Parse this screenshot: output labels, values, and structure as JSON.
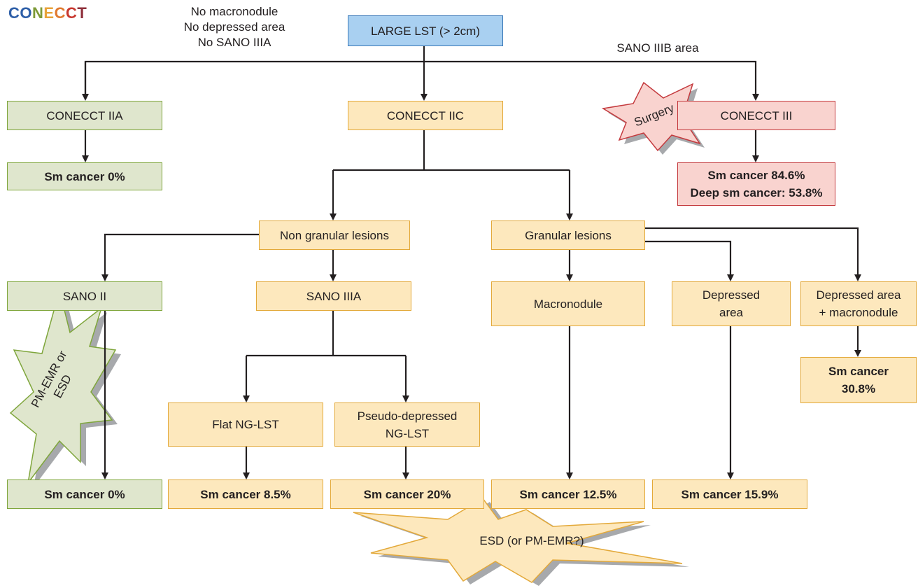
{
  "logo": {
    "letters": [
      {
        "ch": "C",
        "color": "#2e5fa8"
      },
      {
        "ch": "O",
        "color": "#2e5fa8"
      },
      {
        "ch": "N",
        "color": "#7d9a37"
      },
      {
        "ch": "E",
        "color": "#e8a33a"
      },
      {
        "ch": "C",
        "color": "#e07a2f"
      },
      {
        "ch": "C",
        "color": "#c8382f"
      },
      {
        "ch": "T",
        "color": "#8e2f3a"
      }
    ]
  },
  "annotations": {
    "left_criteria": "No macronodule\nNo depressed area\nNo SANO IIIA",
    "right_criteria": "SANO IIIB area"
  },
  "nodes": {
    "root": "LARGE LST (> 2cm)",
    "conecct_iia": "CONECCT IIA",
    "conecct_iic": "CONECCT IIC",
    "conecct_iii": "CONECCT III",
    "sm_cancer_iia": "Sm cancer 0%",
    "sm_cancer_iii": "Sm cancer 84.6%\nDeep sm cancer: 53.8%",
    "non_granular": "Non granular lesions",
    "granular": "Granular lesions",
    "sano_ii": "SANO II",
    "sano_iiia": "SANO IIIA",
    "macronodule": "Macronodule",
    "depressed_area": "Depressed\narea",
    "depressed_macronodule": "Depressed area\n+ macronodule",
    "sm_cancer_dm": "Sm cancer\n30.8%",
    "flat_ng_lst": "Flat NG-LST",
    "pseudo_depressed": "Pseudo-depressed\nNG-LST",
    "sm_cancer_sano_ii": "Sm cancer 0%",
    "sm_cancer_flat": "Sm cancer 8.5%",
    "sm_cancer_pseudo": "Sm cancer 20%",
    "sm_cancer_macro": "Sm cancer 12.5%",
    "sm_cancer_depressed": "Sm cancer 15.9%"
  },
  "bursts": {
    "surgery": "Surgery",
    "pm_emr_line1": "PM-EMR or",
    "pm_emr_line2": "ESD",
    "esd": "ESD (or PM-EMR?)"
  },
  "colors": {
    "blue_fill": "#a9d0f1",
    "green_fill": "#dfe6cd",
    "orange_fill": "#fde8bd",
    "red_fill": "#f9d3cf",
    "arrow": "#231f20"
  }
}
